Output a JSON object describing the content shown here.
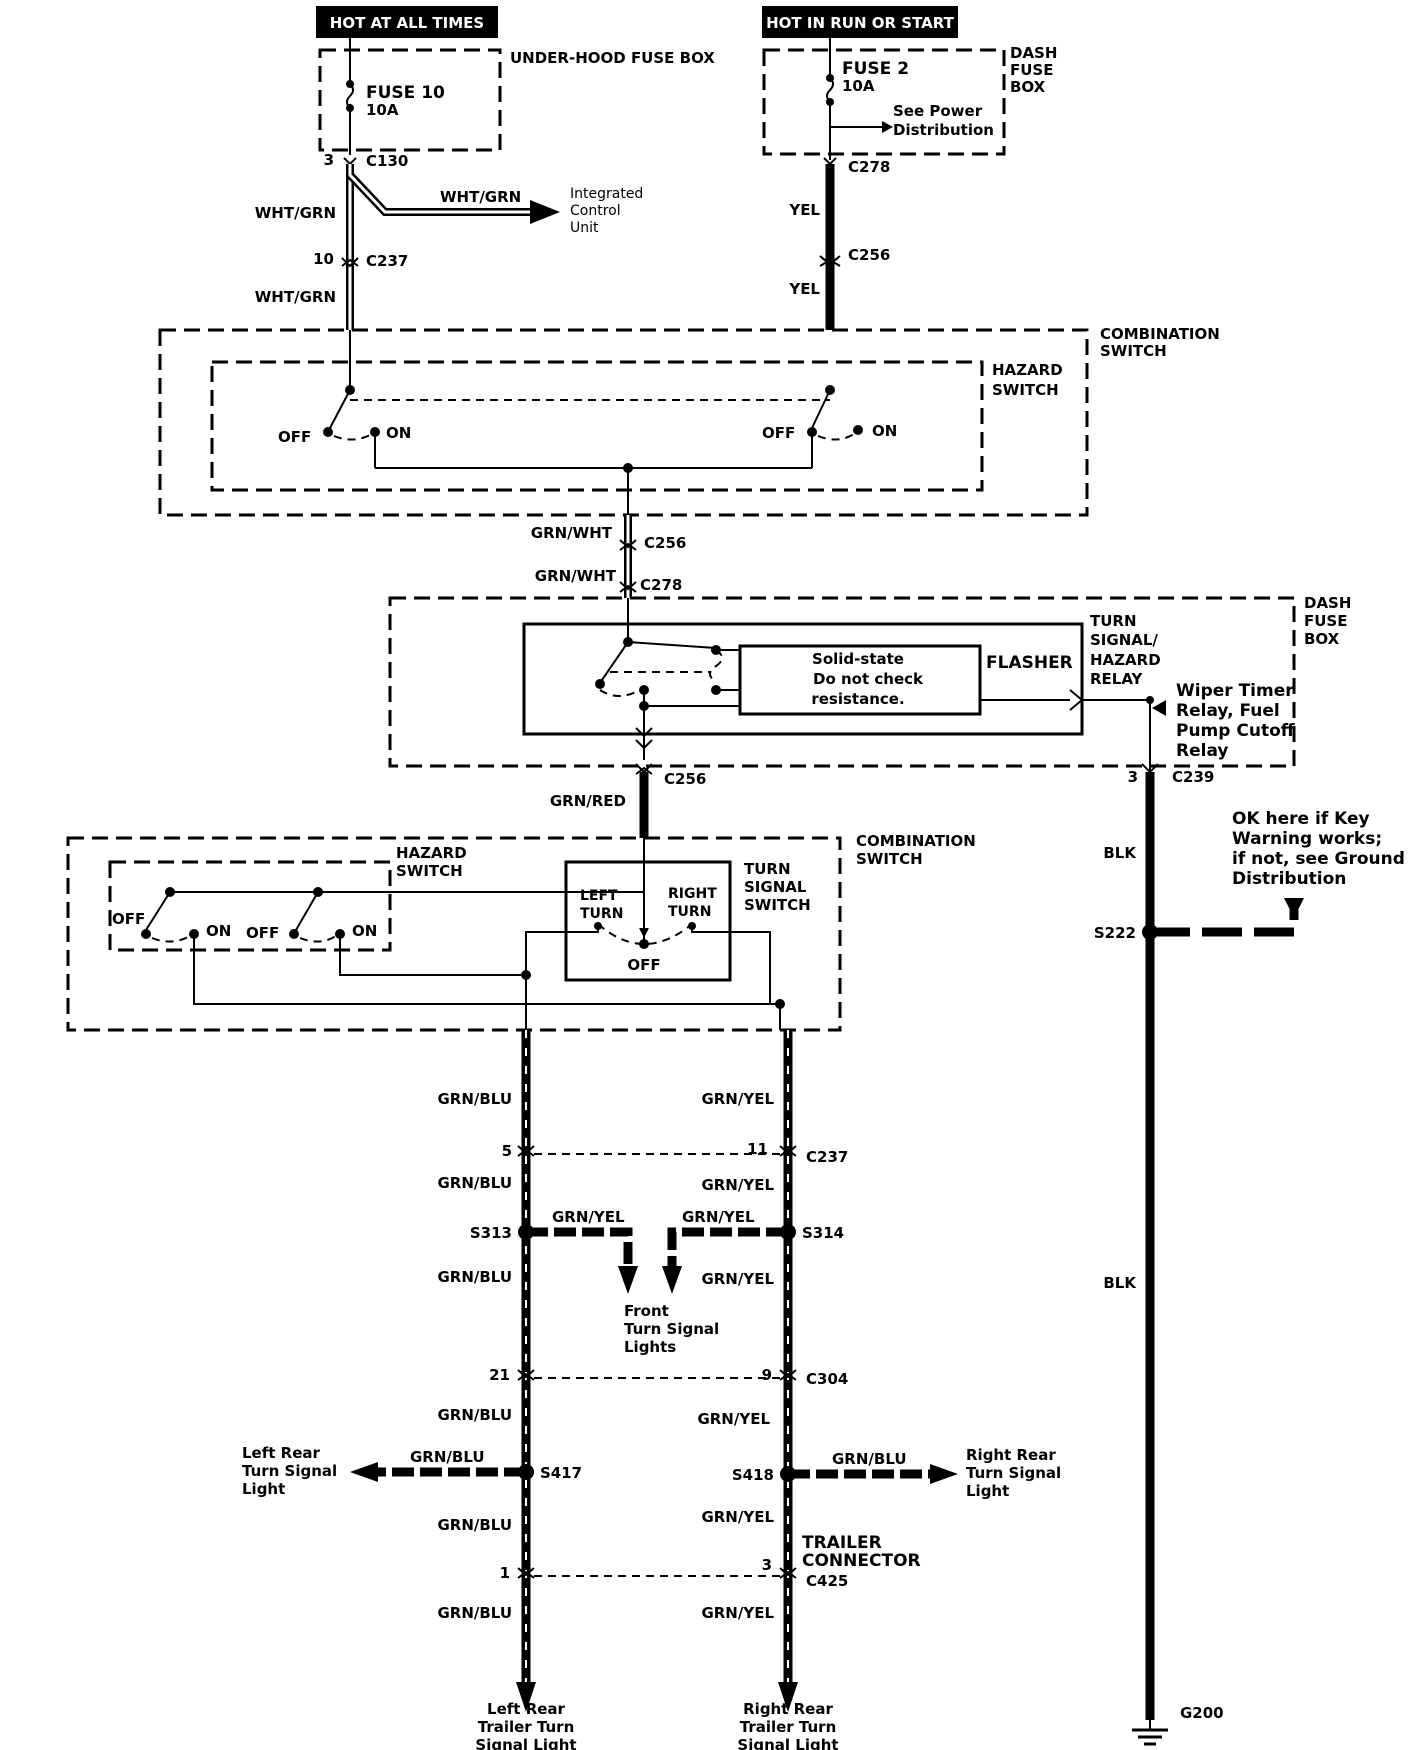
{
  "supply": {
    "left_tab": "HOT AT ALL TIMES",
    "right_tab": "HOT IN RUN OR START",
    "underhood_box": "UNDER-HOOD FUSE BOX",
    "dash_box": "DASH FUSE BOX",
    "fuse10": "FUSE 10",
    "fuse10_rating": "10A",
    "fuse2": "FUSE 2",
    "fuse2_rating": "10A",
    "see_power": "See Power",
    "distribution": "Distribution"
  },
  "connectors": {
    "c130": "C130",
    "c130_pin": "3",
    "c237": "C237",
    "c237_pin": "10",
    "c278": "C278",
    "c256": "C256",
    "c239": "C239",
    "c239_pin": "3",
    "c237b": "C237",
    "c237b_left": "5",
    "c237b_right": "11",
    "c304": "C304",
    "c304_left": "21",
    "c304_right": "9",
    "c425": "C425",
    "c425_left": "1",
    "c425_right": "3",
    "trailer": "TRAILER CONNECTOR"
  },
  "wires": {
    "wht_grn": "WHT/GRN",
    "yel": "YEL",
    "grn_wht": "GRN/WHT",
    "grn_red": "GRN/RED",
    "grn_blu": "GRN/BLU",
    "grn_yel": "GRN/YEL",
    "blk": "BLK"
  },
  "icu": [
    "Integrated",
    "Control",
    "Unit"
  ],
  "combination_switch": "COMBINATION SWITCH",
  "hazard_switch": "HAZARD SWITCH",
  "off": "OFF",
  "on": "ON",
  "relay": {
    "title": [
      "TURN",
      "SIGNAL/",
      "HAZARD",
      "RELAY"
    ],
    "flasher": "FLASHER",
    "solid_state": [
      "Solid-state",
      "Do not check",
      "resistance."
    ],
    "wiper": [
      "Wiper Timer",
      "Relay, Fuel",
      "Pump Cutoff",
      "Relay"
    ],
    "dash_fuse_box": [
      "DASH",
      "FUSE",
      "BOX"
    ]
  },
  "turn_switch": {
    "title": [
      "TURN",
      "SIGNAL",
      "SWITCH"
    ],
    "left": [
      "LEFT",
      "TURN"
    ],
    "right": [
      "RIGHT",
      "TURN"
    ],
    "off": "OFF"
  },
  "ground": {
    "note": [
      "OK here if Key",
      "Warning works;",
      "if not, see Ground",
      "Distribution"
    ],
    "s222": "S222",
    "g200": "G200"
  },
  "splices": {
    "s313": "S313",
    "s314": "S314",
    "s417": "S417",
    "s418": "S418"
  },
  "front_lights": [
    "Front",
    "Turn Signal",
    "Lights"
  ],
  "left_rear": [
    "Left Rear",
    "Turn Signal",
    "Light"
  ],
  "right_rear": [
    "Right Rear",
    "Turn Signal",
    "Light"
  ],
  "left_trailer": [
    "Left Rear",
    "Trailer Turn",
    "Signal Light"
  ],
  "right_trailer": [
    "Right Rear",
    "Trailer Turn",
    "Signal Light"
  ]
}
